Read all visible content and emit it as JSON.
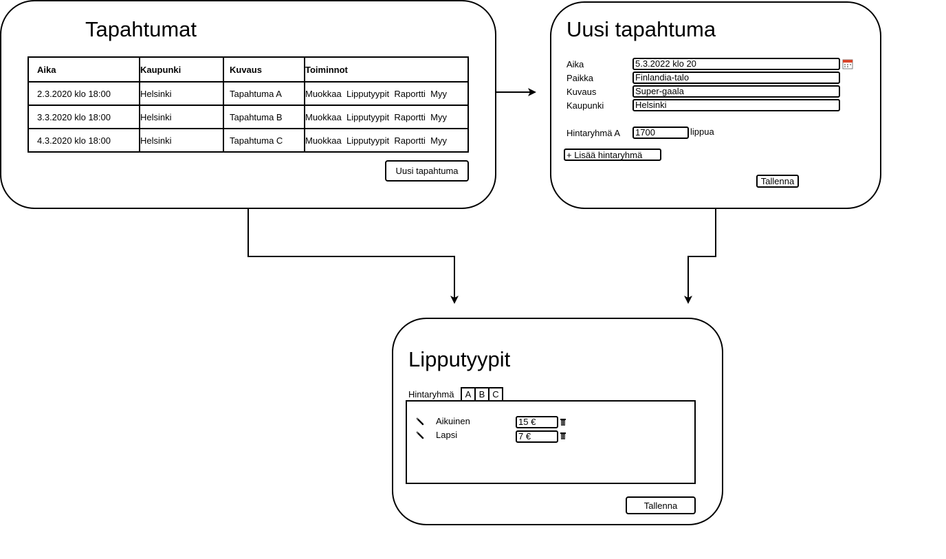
{
  "events_panel": {
    "title": "Tapahtumat",
    "columns": [
      "Aika",
      "Kaupunki",
      "Kuvaus",
      "Toiminnot"
    ],
    "rows": [
      {
        "aika": "2.3.2020 klo 18:00",
        "kaupunki": "Helsinki",
        "kuvaus": "Tapahtuma A"
      },
      {
        "aika": "3.3.2020 klo 18:00",
        "kaupunki": "Helsinki",
        "kuvaus": "Tapahtuma B"
      },
      {
        "aika": "4.3.2020 klo 18:00",
        "kaupunki": "Helsinki",
        "kuvaus": "Tapahtuma C"
      }
    ],
    "actions": {
      "edit": "Muokkaa",
      "ticket_types": "Lipputyypit",
      "report": "Raportti",
      "sell": "Myy"
    },
    "new_event_button": "Uusi tapahtuma"
  },
  "new_event_panel": {
    "title": "Uusi tapahtuma",
    "fields": {
      "aika": {
        "label": "Aika",
        "value": "5.3.2022 klo 20"
      },
      "paikka": {
        "label": "Paikka",
        "value": "Finlandia-talo"
      },
      "kuvaus": {
        "label": "Kuvaus",
        "value": "Super-gaala"
      },
      "kaupunki": {
        "label": "Kaupunki",
        "value": "Helsinki"
      }
    },
    "price_group": {
      "label": "Hintaryhmä A",
      "value": "1700",
      "unit": "lippua"
    },
    "add_price_group_button": "+ Lisää hintaryhmä",
    "save_button": "Tallenna"
  },
  "ticket_types_panel": {
    "title": "Lipputyypit",
    "price_group_label": "Hintaryhmä",
    "tabs": [
      "A",
      "B",
      "C"
    ],
    "active_tab": "A",
    "ticket_types": [
      {
        "name": "Aikuinen",
        "price": "15 €"
      },
      {
        "name": "Lapsi",
        "price": "7 €"
      }
    ],
    "save_button": "Tallenna"
  },
  "icons": {
    "calendar": "calendar-icon",
    "edit": "pencil-icon",
    "delete": "trash-icon"
  }
}
